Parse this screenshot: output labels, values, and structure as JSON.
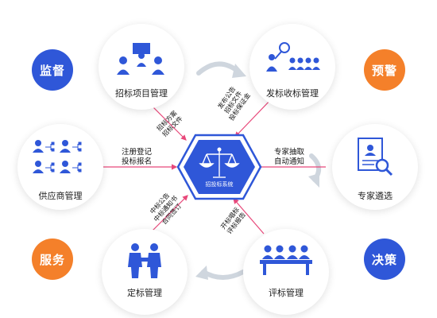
{
  "corners": {
    "top_left": "监督",
    "top_right": "预警",
    "bottom_left": "服务",
    "bottom_right": "决策"
  },
  "center": {
    "label": "招投标系统"
  },
  "nodes": {
    "project_mgmt": "招标项目管理",
    "issue_mgmt": "发标收标管理",
    "supplier_mgmt": "供应商管理",
    "expert_select": "专家遴选",
    "award_mgmt": "定标管理",
    "evaluation_mgmt": "评标管理"
  },
  "edges": {
    "left_line1": "注册登记",
    "left_line2": "投标报名",
    "right_line1": "专家抽取",
    "right_line2": "自动通知",
    "tl_line1": "招标方案",
    "tl_line2": "招标文件",
    "tr_line1": "发布公告",
    "tr_line2": "招标文件",
    "tr_line3": "投标保证金",
    "bl_line1": "中标公告",
    "bl_line2": "中标通知书",
    "bl_line3": "合同签订",
    "br_line1": "开标唱标",
    "br_line2": "评标报告"
  },
  "colors": {
    "accent_blue": "#2f57d8",
    "accent_orange": "#f4802a",
    "arrow_pink": "#e8487a",
    "hex_blue": "#2f57d8"
  }
}
